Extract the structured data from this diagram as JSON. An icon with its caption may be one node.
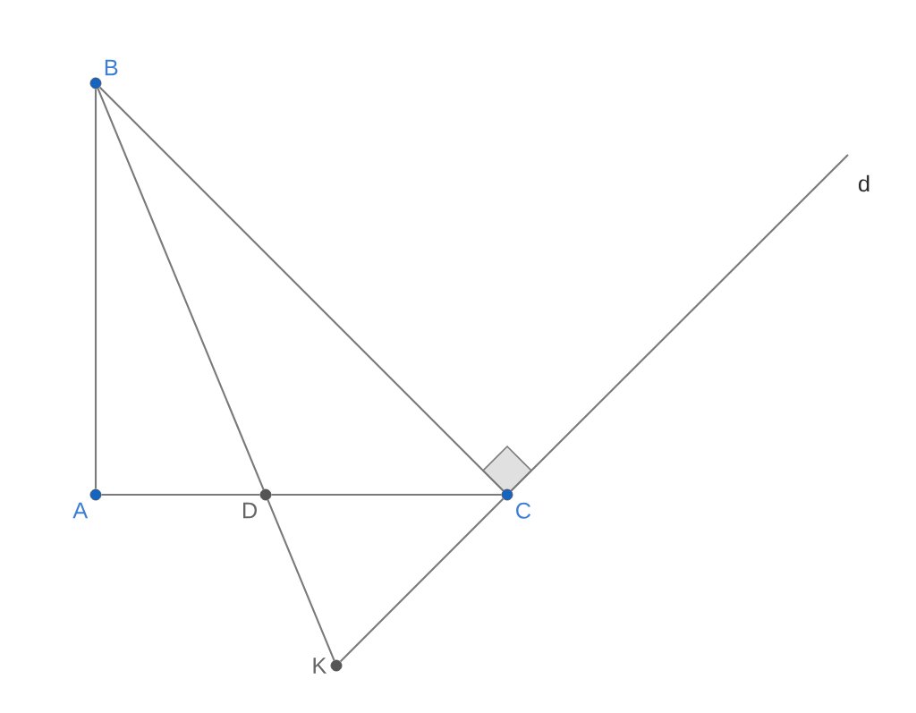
{
  "diagram": {
    "nodes": [
      {
        "text": [
          "B"
        ]
      },
      {
        "text": [
          "A"
        ]
      },
      {
        "text": [
          "D"
        ]
      },
      {
        "text": [
          "C"
        ]
      },
      {
        "text": [
          "K"
        ]
      }
    ],
    "edges": [
      {
        "from": 1,
        "to": 0,
        "arrow": "none"
      },
      {
        "from": 0,
        "to": 3,
        "arrow": "none"
      },
      {
        "from": 1,
        "to": 2,
        "arrow": "none"
      },
      {
        "from": 2,
        "to": 3,
        "arrow": "none"
      },
      {
        "from": 0,
        "to": 2,
        "arrow": "none"
      },
      {
        "from": 2,
        "to": 4,
        "arrow": "none"
      },
      {
        "from": 4,
        "to": 3,
        "arrow": "none"
      },
      {
        "from": 3,
        "to": null,
        "arrow": "none"
      }
    ],
    "labels": [
      "d"
    ]
  }
}
